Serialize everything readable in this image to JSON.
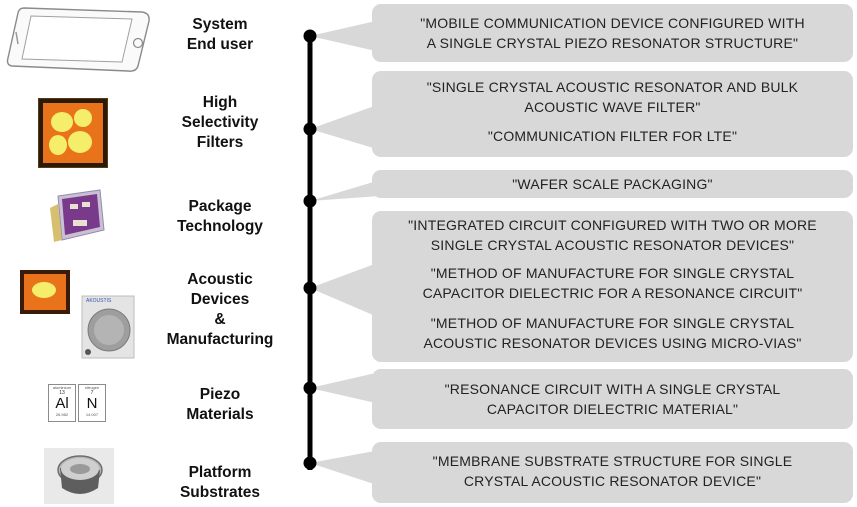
{
  "levels": [
    {
      "id": "system",
      "label": [
        "System",
        "End user"
      ],
      "icon": "smartphone-icon"
    },
    {
      "id": "filters",
      "label": [
        "High",
        "Selectivity",
        "Filters"
      ],
      "icon": "filter-chip-icon"
    },
    {
      "id": "package",
      "label": [
        "Package",
        "Technology"
      ],
      "icon": "package-chip-icon"
    },
    {
      "id": "acoustic",
      "label": [
        "Acoustic",
        "Devices",
        "&",
        "Manufacturing"
      ],
      "icon": "resonator-device-icon"
    },
    {
      "id": "piezo",
      "label": [
        "Piezo",
        "Materials"
      ],
      "icon": "periodic-element-icon"
    },
    {
      "id": "platform",
      "label": [
        "Platform",
        "Substrates"
      ],
      "icon": "wafer-substrate-icon"
    }
  ],
  "elements": {
    "al": {
      "name": "aluminium",
      "number": "13",
      "symbol": "Al",
      "mass": "26.982"
    },
    "n": {
      "name": "nitrogen",
      "number": "7",
      "symbol": "N",
      "mass": "14.007"
    }
  },
  "patents": [
    {
      "level": "system",
      "items": [
        [
          "\"MOBILE COMMUNICATION  DEVICE CONFIGURED WITH",
          "A SINGLE CRYSTAL PIEZO RESONATOR STRUCTURE\""
        ]
      ]
    },
    {
      "level": "filters",
      "items": [
        [
          "\"SINGLE CRYSTAL ACOUSTIC RESONATOR AND BULK",
          "ACOUSTIC WAVE FILTER\""
        ],
        [
          "\"COMMUNICATION  FILTER FOR LTE\""
        ]
      ]
    },
    {
      "level": "package",
      "items": [
        [
          "\"WAFER SCALE PACKAGING\""
        ]
      ]
    },
    {
      "level": "acoustic",
      "items": [
        [
          "\"INTEGRATED CIRCUIT CONFIGURED WITH TWO OR MORE",
          "SINGLE CRYSTAL ACOUSTIC RESONATOR DEVICES\""
        ],
        [
          "\"METHOD OF MANUFACTURE  FOR SINGLE CRYSTAL",
          "CAPACITOR DIELECTRIC FOR A RESONANCE CIRCUIT\""
        ],
        [
          "\"METHOD OF MANUFACTURE  FOR SINGLE CRYSTAL",
          "ACOUSTIC RESONATOR DEVICES USING MICRO-VIAS\""
        ]
      ]
    },
    {
      "level": "piezo",
      "items": [
        [
          "\"RESONANCE CIRCUIT WITH A SINGLE CRYSTAL",
          "CAPACITOR DIELECTRIC MATERIAL\""
        ]
      ]
    },
    {
      "level": "platform",
      "items": [
        [
          "\"MEMBRANE SUBSTRATE STRUCTURE FOR SINGLE",
          "CRYSTAL ACOUSTIC RESONATOR DEVICE\""
        ]
      ]
    }
  ],
  "colors": {
    "box": "#d8d8d8",
    "spine": "#000000",
    "text": "#222222",
    "filter_orange": "#e8731a",
    "filter_yellow": "#f4ee6a",
    "package_purple": "#7a3a8c"
  }
}
